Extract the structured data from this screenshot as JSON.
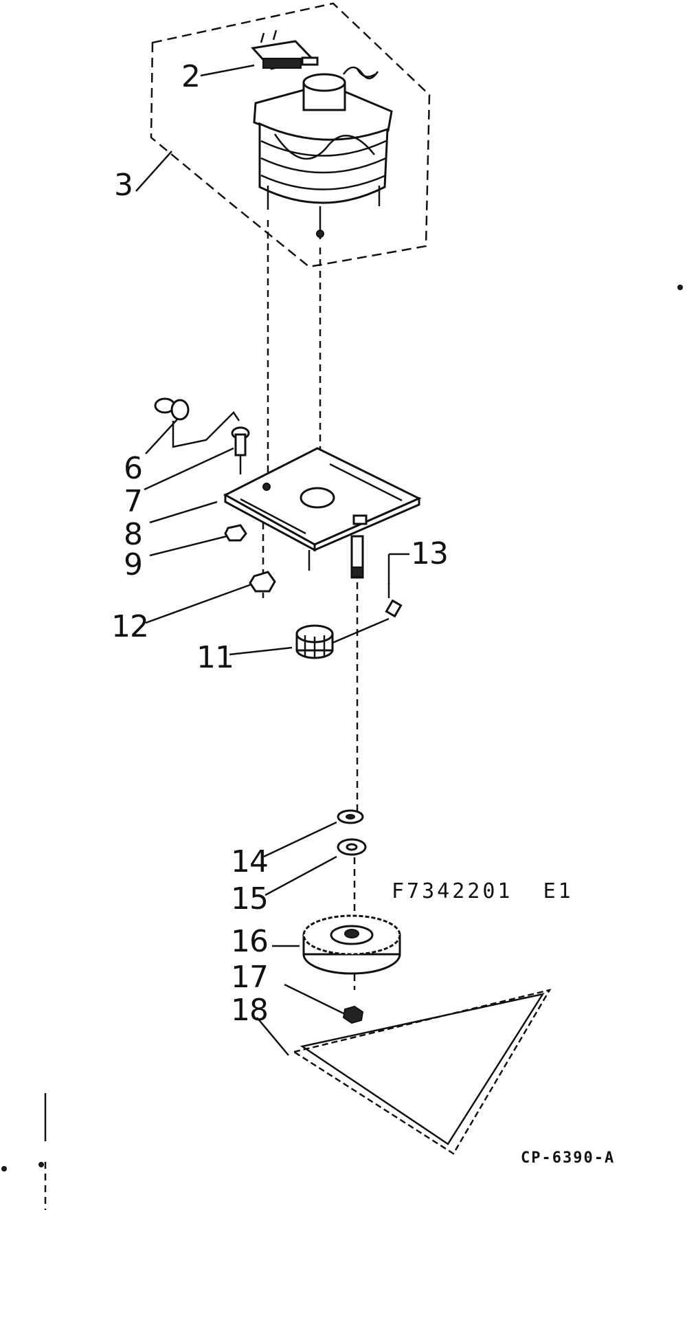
{
  "drawing": {
    "figure_code": "F7342201  E1",
    "catalog_code": "CP-6390-A"
  },
  "callouts": [
    {
      "id": "c2",
      "text": "2"
    },
    {
      "id": "c3",
      "text": "3"
    },
    {
      "id": "c6",
      "text": "6"
    },
    {
      "id": "c7",
      "text": "7"
    },
    {
      "id": "c8",
      "text": "8"
    },
    {
      "id": "c9",
      "text": "9"
    },
    {
      "id": "c12",
      "text": "12"
    },
    {
      "id": "c13",
      "text": "13"
    },
    {
      "id": "c11",
      "text": "11"
    },
    {
      "id": "c14",
      "text": "14"
    },
    {
      "id": "c15",
      "text": "15"
    },
    {
      "id": "c16",
      "text": "16"
    },
    {
      "id": "c17",
      "text": "17"
    },
    {
      "id": "c18",
      "text": "18"
    }
  ]
}
